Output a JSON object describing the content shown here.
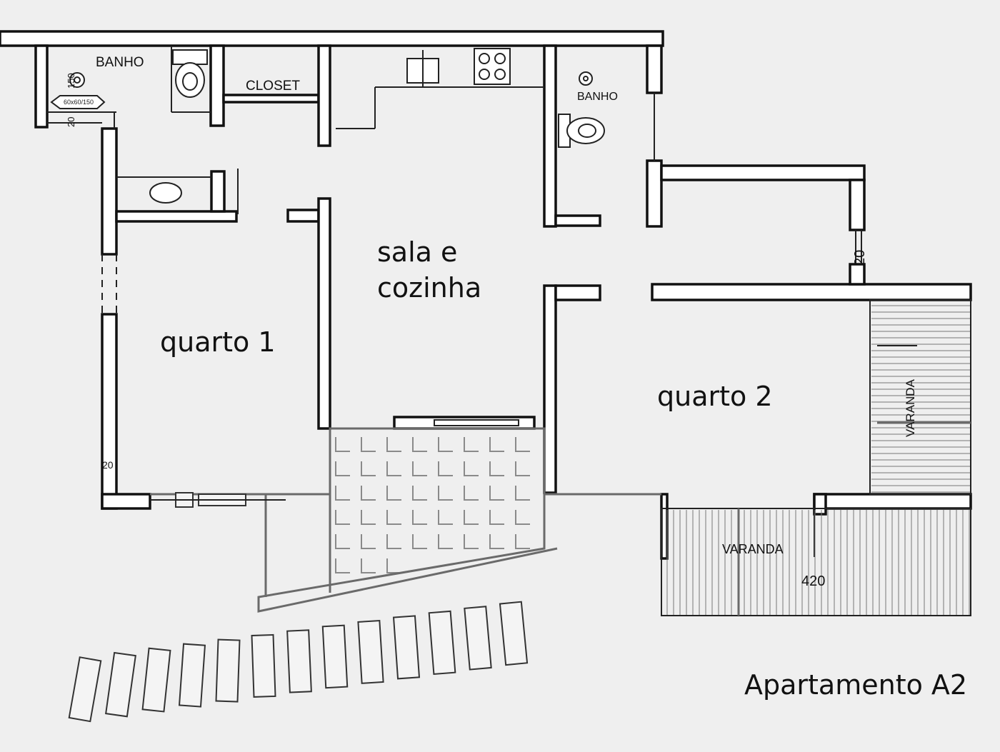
{
  "title": "Apartamento A2",
  "rooms": {
    "sala_cozinha_line1": "sala e",
    "sala_cozinha_line2": "cozinha",
    "quarto1": "quarto 1",
    "quarto2": "quarto 2",
    "banho1": "BANHO",
    "banho2": "BANHO",
    "closet": "CLOSET",
    "varanda_lateral": "VARANDA",
    "varanda_frente": "VARANDA"
  },
  "dimensions": {
    "varanda_width": "420",
    "wall_q1": "20",
    "wall_q2": "20",
    "shower_size": "60x60/150",
    "window_banho": "150",
    "window_banho_small": "20"
  }
}
